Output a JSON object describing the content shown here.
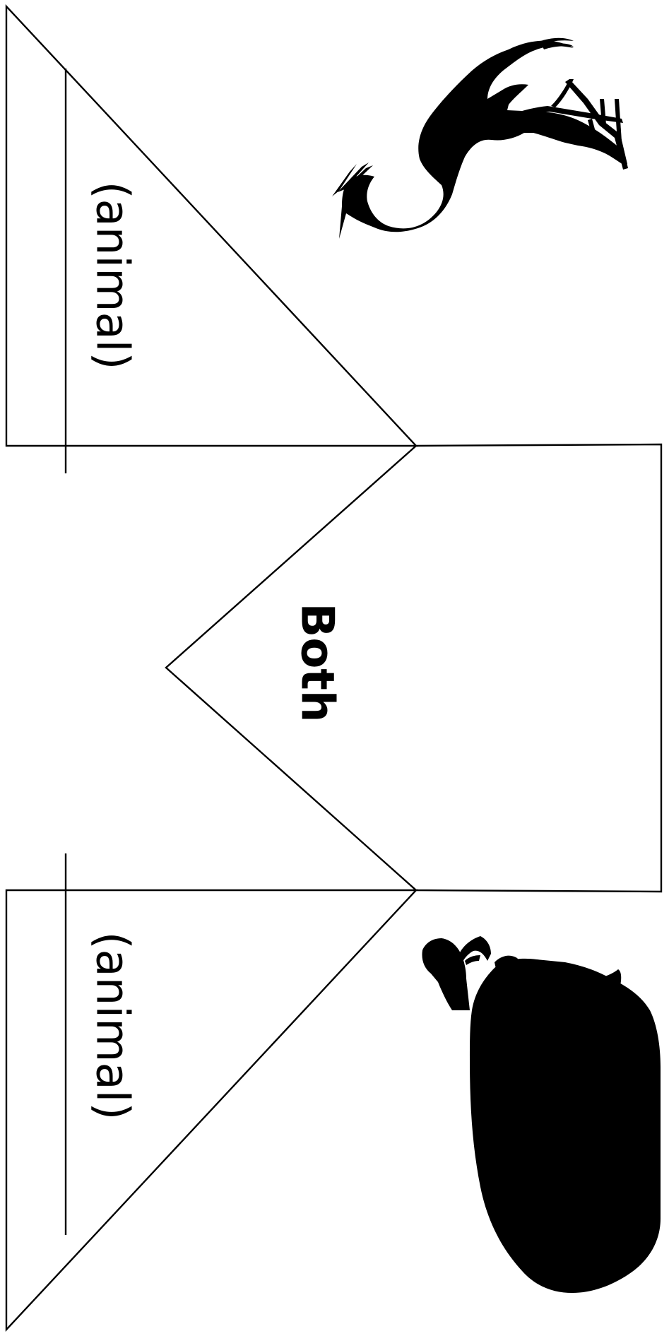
{
  "labels": {
    "top_animal": "(animal)",
    "bottom_animal": "(animal)",
    "both": "Both"
  },
  "icons": {
    "top": "heron-silhouette-icon",
    "bottom": "rhinoceros-silhouette-icon"
  },
  "colors": {
    "line": "#000000",
    "background": "#ffffff"
  }
}
